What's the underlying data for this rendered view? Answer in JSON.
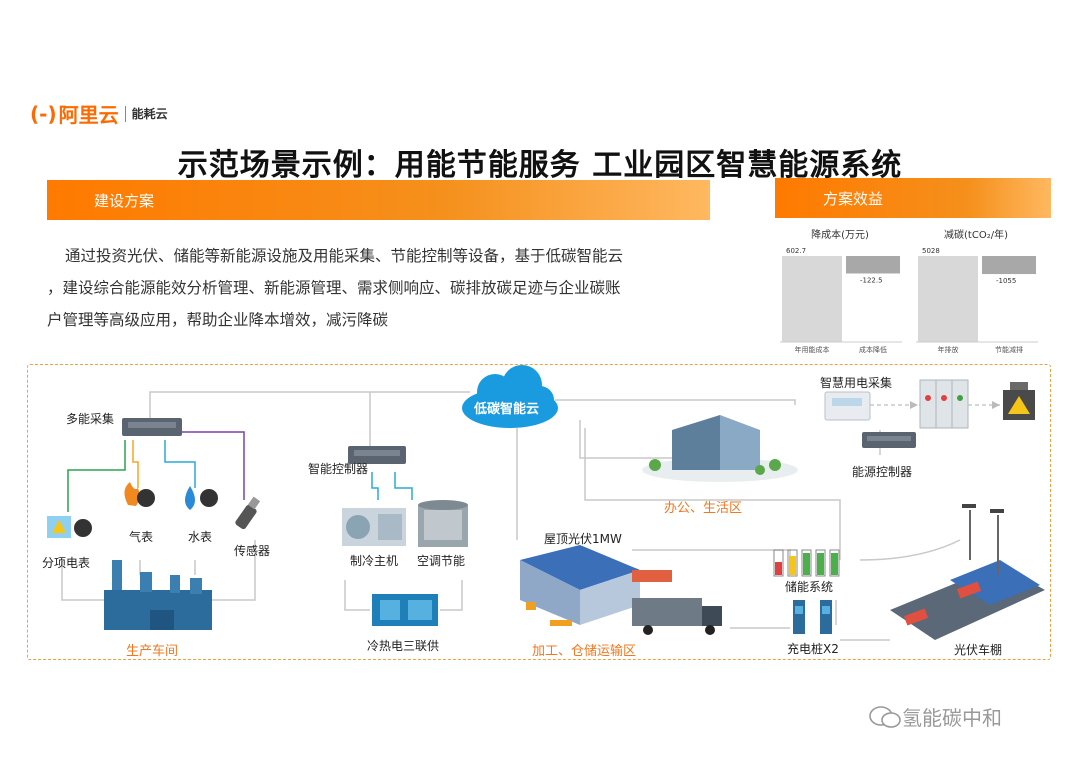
{
  "logo": {
    "mark": "(-)",
    "name": "阿里云",
    "sub": "能耗云"
  },
  "title": "示范场景示例：用能节能服务  工业园区智慧能源系统",
  "section_left": "建设方案",
  "section_right": "方案效益",
  "description_lines": [
    "通过投资光伏、储能等新能源设施及用能采集、节能控制等设备，基于低碳智能云",
    "，建设综合能源能效分析管理、新能源管理、需求侧响应、碳排放碳足迹与企业碳账",
    "户管理等高级应用，帮助企业降本增效，减污降碳"
  ],
  "chart_data": [
    {
      "type": "bar",
      "title": "降成本(万元)",
      "categories": [
        "年用能成本",
        "成本降低"
      ],
      "values": [
        602.7,
        -122.5
      ],
      "data_labels": [
        "602.7",
        "-122.5"
      ],
      "colors": [
        "#d8d8d8",
        "#a8a8a8"
      ]
    },
    {
      "type": "bar",
      "title": "减碳(tCO₂/年)",
      "categories": [
        "年排放",
        "节能减排"
      ],
      "values": [
        5028,
        -1055
      ],
      "data_labels": [
        "5028",
        "-1055"
      ],
      "colors": [
        "#d8d8d8",
        "#a8a8a8"
      ]
    }
  ],
  "diagram": {
    "cloud": "低碳智能云",
    "multi_collect": "多能采集",
    "gas_meter": "气表",
    "water_meter": "水表",
    "sub_meter": "分项电表",
    "sensor": "传感器",
    "workshop": "生产车间",
    "smart_controller": "智能控制器",
    "chiller": "制冷主机",
    "ac_saving": "空调节能",
    "cchp": "冷热电三联供",
    "office": "办公、生活区",
    "rooftop_pv": "屋顶光伏1MW",
    "logistics": "加工、仓储运输区",
    "smart_meter": "智慧用电采集",
    "energy_controller": "能源控制器",
    "storage": "储能系统",
    "charger": "充电桩X2",
    "pv_carport": "光伏车棚"
  },
  "watermark": "氢能碳中和",
  "colors": {
    "accent": "#ff7a00",
    "cloud": "#1a9be0",
    "orange_label": "#f07820",
    "green_line": "#2da44e",
    "cyan_line": "#2aa8d8",
    "purple_line": "#7b3fb0"
  }
}
